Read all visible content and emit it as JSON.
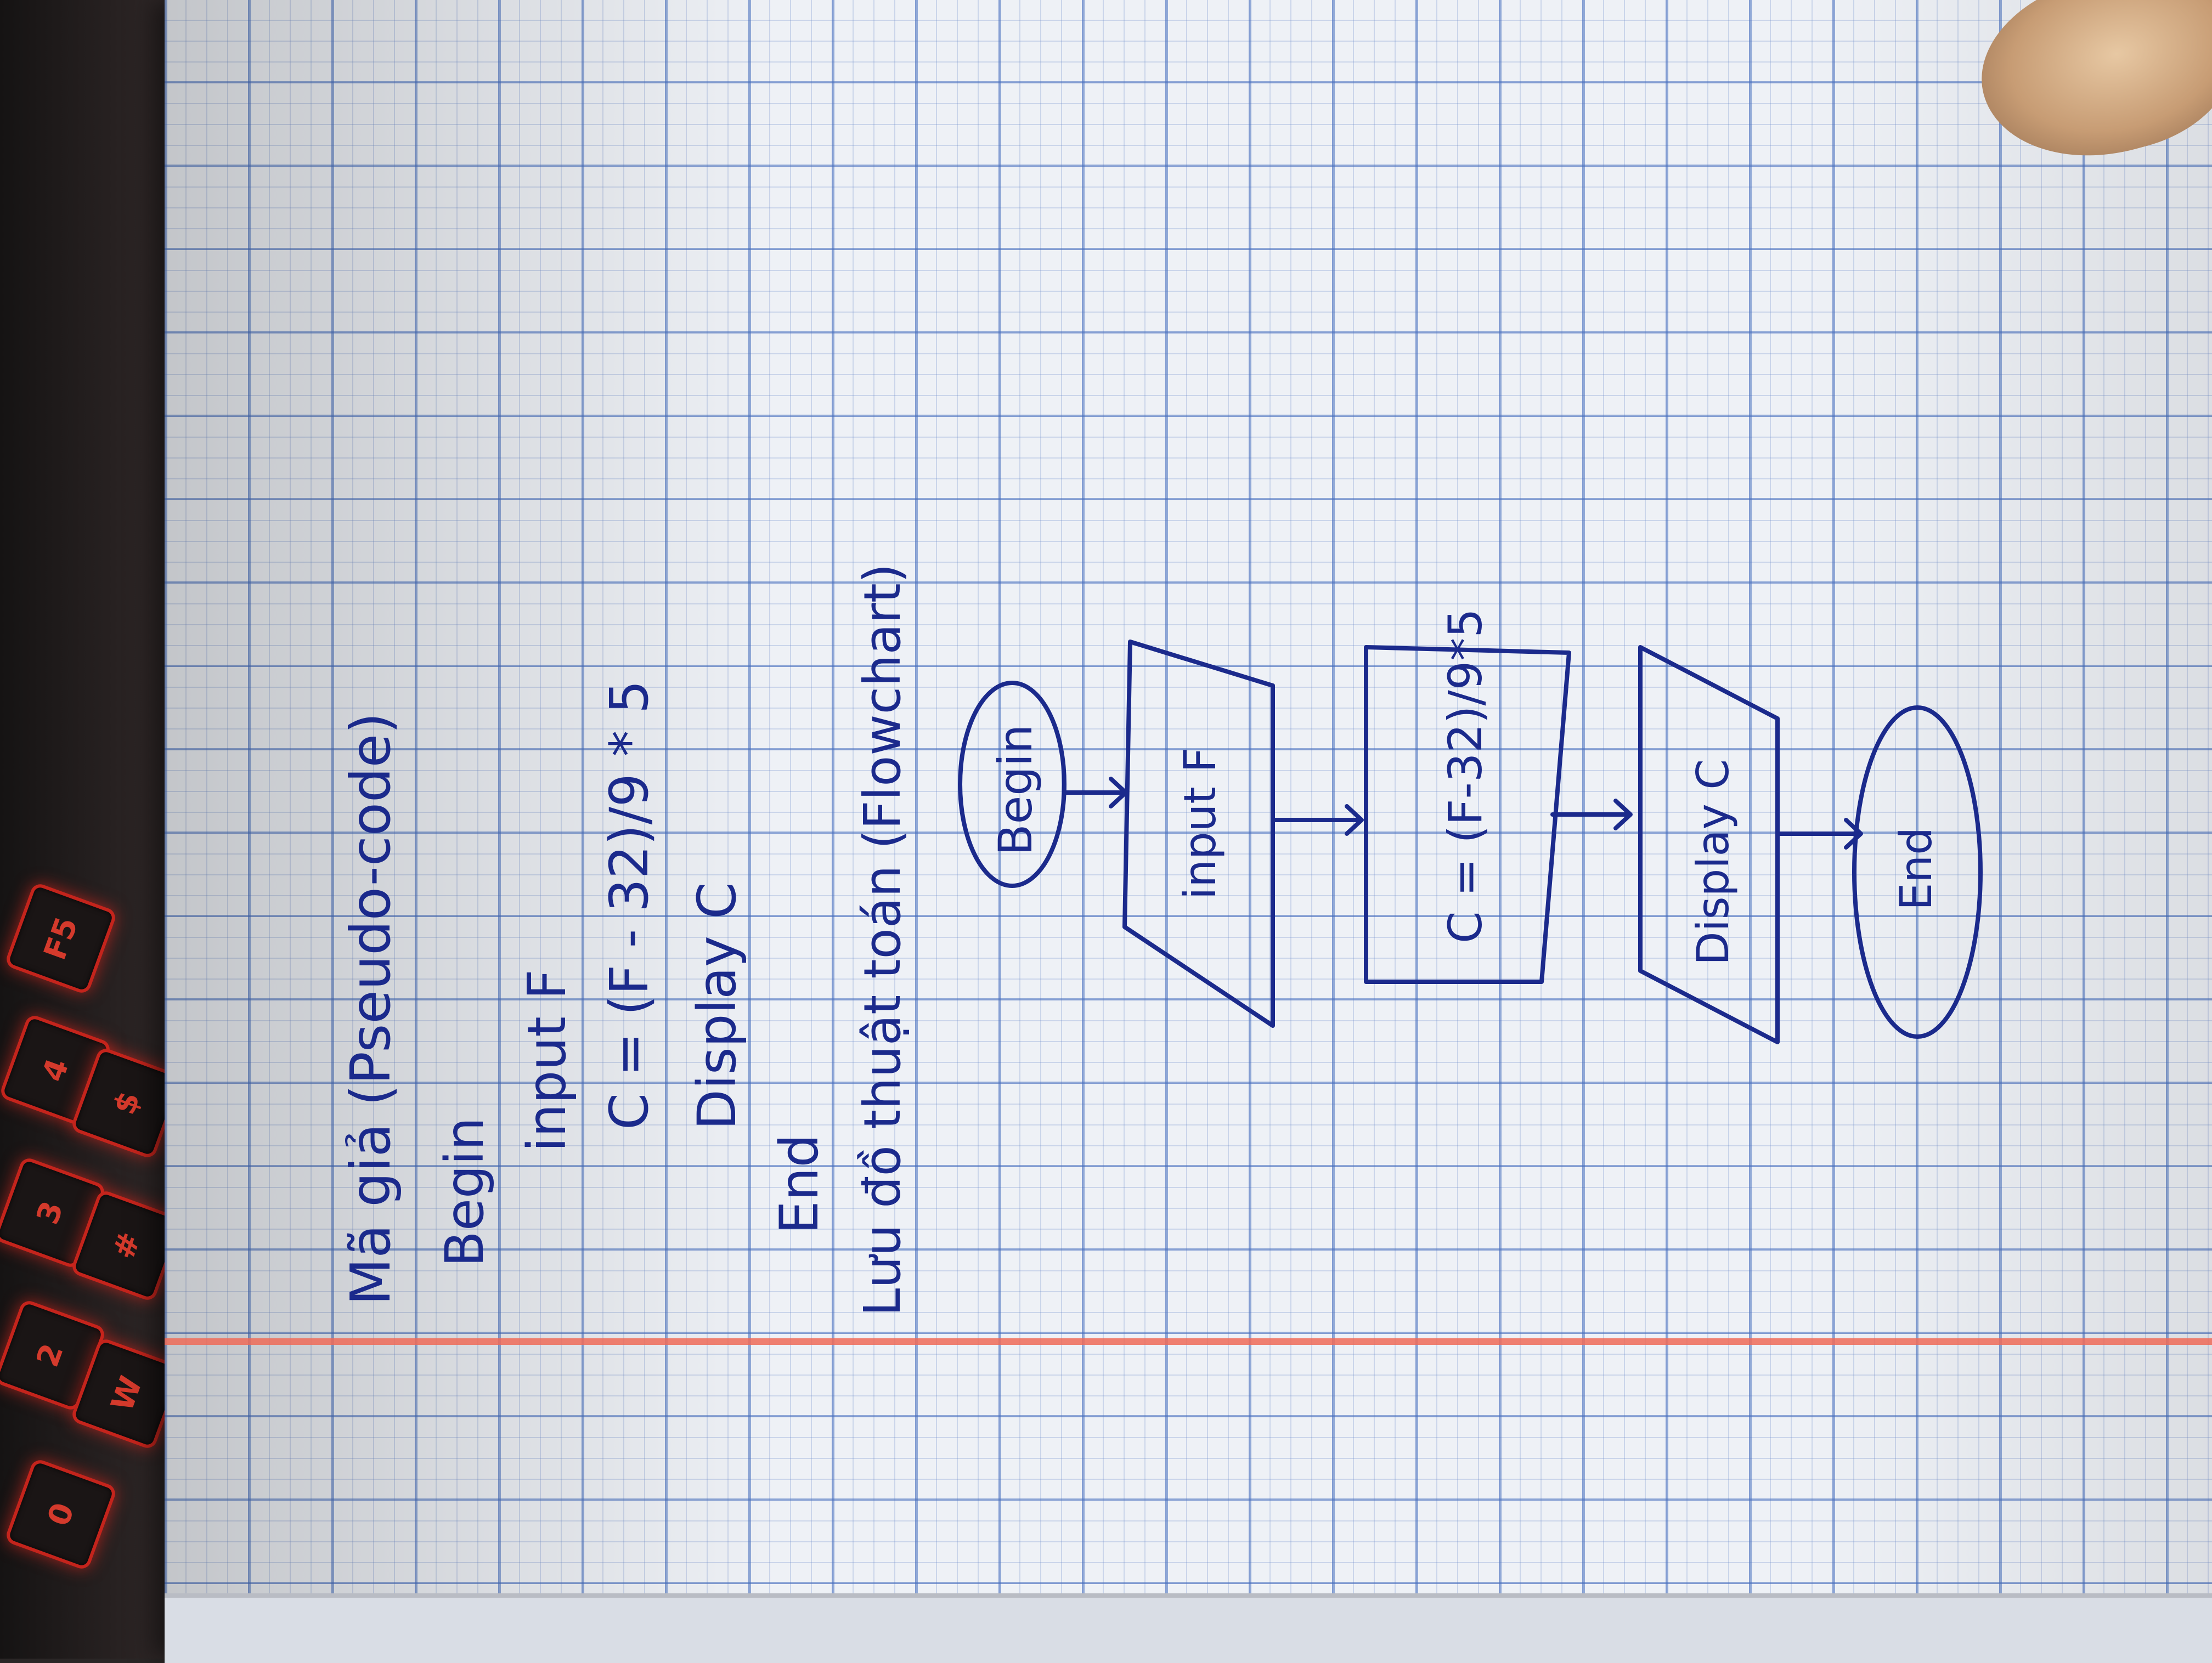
{
  "keyboard": {
    "keys": [
      "F5",
      "4",
      "$",
      "3",
      "#",
      "2",
      "W",
      "0"
    ]
  },
  "notes": {
    "pseudocode_heading": "Mã giả (Pseudo-code)",
    "lines": [
      "Begin",
      "input F",
      "C = (F - 32)/9 * 5",
      "Display C",
      "End"
    ],
    "flowchart_heading": "Lưu đồ thuật toán (Flowchart)"
  },
  "flowchart": {
    "begin": "Begin",
    "input": "input F",
    "process": "C = (F-32)/9*5",
    "output": "Display C",
    "end": "End"
  },
  "colors": {
    "ink": "#1b2a8c",
    "paper": "#eef1f6",
    "grid": "#466ebe",
    "margin": "#ee6b58",
    "key_glow": "#c4241c"
  }
}
